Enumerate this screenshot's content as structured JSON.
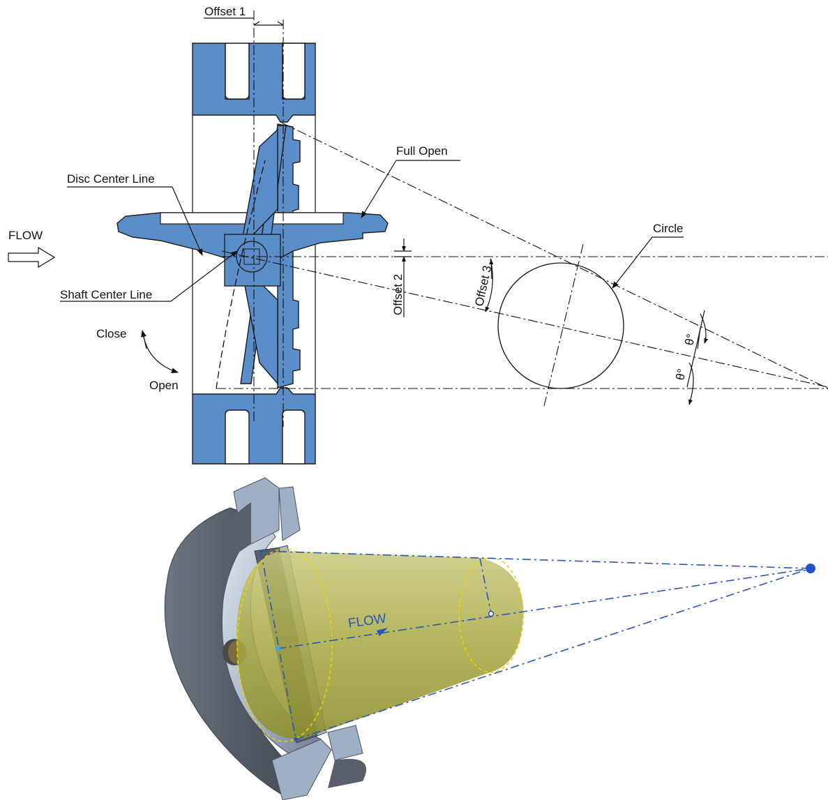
{
  "labels": {
    "offset1": "Offset 1",
    "offset2": "Offset 2",
    "offset3": "Offset 3",
    "full_open": "Full Open",
    "disc_center_line": "Disc Center Line",
    "shaft_center_line": "Shaft Center Line",
    "flow": "FLOW",
    "close": "Close",
    "open": "Open",
    "circle": "Circle",
    "theta_upper": "θ°",
    "theta_lower": "θ°",
    "flow_3d": "FLOW"
  },
  "colors": {
    "valve_body": "#5b8ec9",
    "cone_fill": "#b4b44a",
    "projection_lines": "#2b57b5",
    "body_grey": "#58606c"
  }
}
